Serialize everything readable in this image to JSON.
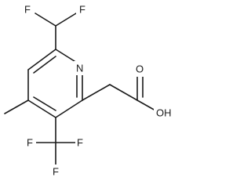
{
  "diagram": {
    "type": "chemical-structure",
    "atom_labels": {
      "f_top_left": "F",
      "f_top_right": "F",
      "n_ring": "N",
      "o_carbonyl": "O",
      "oh_acid": "OH",
      "f_cf3_left": "F",
      "f_cf3_right": "F",
      "f_cf3_bottom": "F"
    }
  }
}
